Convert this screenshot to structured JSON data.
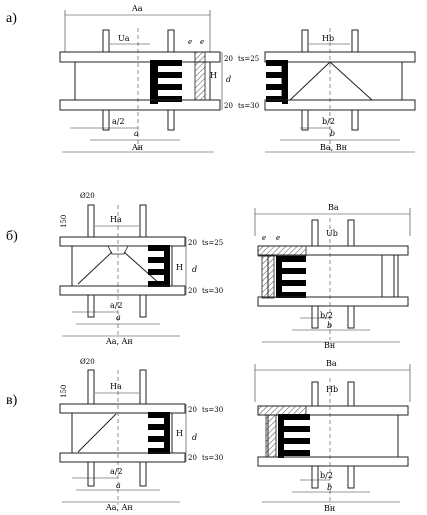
{
  "rows": [
    {
      "marker": "а)",
      "left": {
        "top_dim": "Aa",
        "u_label": "Ua",
        "e1": "e",
        "e2": "e",
        "side_dims": [
          "20",
          "ts=25",
          "H",
          "d",
          "20",
          "ts=30"
        ],
        "half": "a/2",
        "full": "a",
        "bottom": "Aн"
      },
      "right": {
        "h_label": "Hb",
        "half": "b/2",
        "full": "b",
        "bottom": "Bа, Bн"
      }
    },
    {
      "marker": "б)",
      "left": {
        "pin": "Ø20",
        "pin_dim": "150",
        "h_label": "Hа",
        "side_dims": [
          "20",
          "ts=25",
          "H",
          "d",
          "20",
          "ts=30"
        ],
        "half": "a/2",
        "full": "a",
        "bottom": "Aа, Aн"
      },
      "right": {
        "top_dim": "Bа",
        "e1": "e",
        "e2": "e",
        "u_label": "Ub",
        "half": "b/2",
        "full": "b",
        "bottom": "Bн"
      }
    },
    {
      "marker": "в)",
      "left": {
        "pin": "Ø20",
        "pin_dim": "150",
        "h_label": "Hа",
        "side_dims": [
          "20",
          "ts=30",
          "H",
          "d",
          "20",
          "ts=30"
        ],
        "half": "a/2",
        "full": "a",
        "bottom": "Aа, Aн"
      },
      "right": {
        "top_dim": "Bа",
        "h_label": "Hb",
        "half": "b/2",
        "full": "b",
        "bottom": "Bн"
      }
    }
  ]
}
